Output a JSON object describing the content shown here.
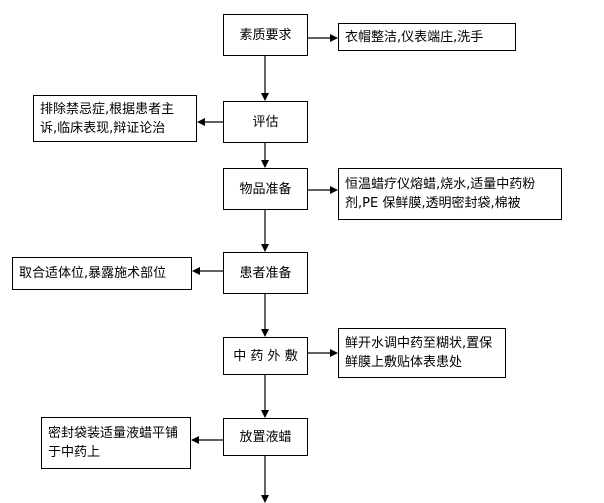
{
  "flow": {
    "steps": [
      "素质要求",
      "评估",
      "物品准备",
      "患者准备",
      "中 药 外 敷",
      "放置液蜡"
    ],
    "notes": {
      "quality": "衣帽整洁,仪表端庄,洗手",
      "assessment": "排除禁忌症,根据患者主诉,临床表现,辩证论治",
      "items": "恒温蜡疗仪熔蜡,烧水,适量中药粉剂,PE 保鲜膜,透明密封袋,棉被",
      "patient": "取合适体位,暴露施术部位",
      "compress": "鲜开水调中药至糊状,置保鲜膜上敷贴体表患处",
      "wax": "密封袋装适量液蜡平铺于中药上"
    }
  }
}
